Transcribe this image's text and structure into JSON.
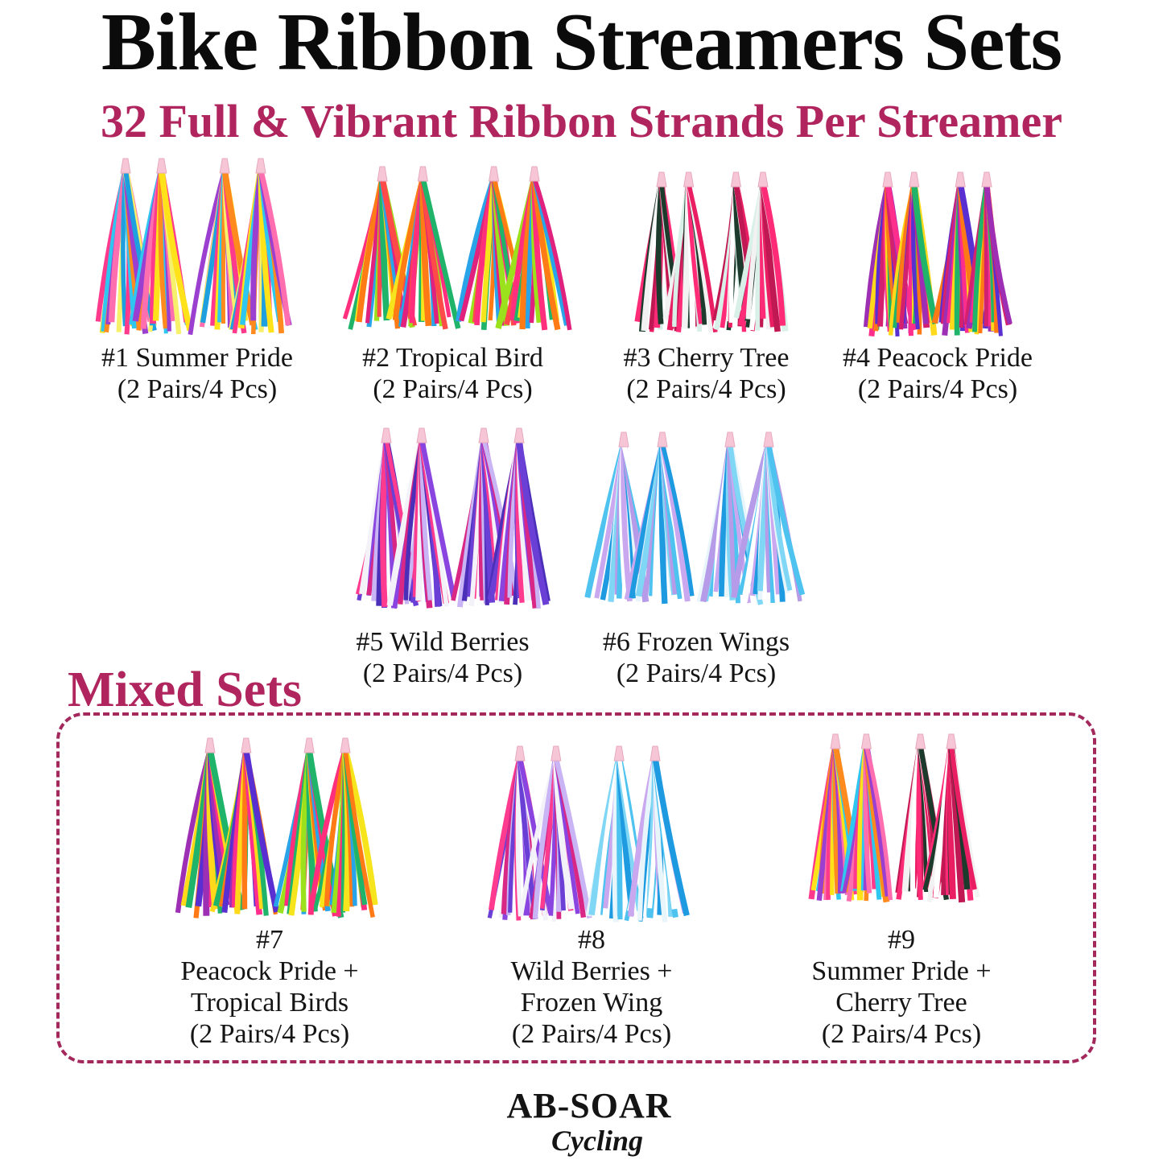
{
  "header": {
    "title": "Bike Ribbon Streamers Sets",
    "subtitle": "32 Full & Vibrant Ribbon Strands Per Streamer"
  },
  "colors": {
    "accent": "#b0255e",
    "text": "#141414",
    "frame": "#a3285c"
  },
  "products": [
    {
      "name": "#1 Summer Pride",
      "qty": "(2 Pairs/4 Pcs)",
      "palette": [
        "#ff3a8c",
        "#ffe21a",
        "#2fc6f0",
        "#ff8a1e",
        "#9b3fd1",
        "#ff6fb0",
        "#f7f06a",
        "#1e9fe0"
      ]
    },
    {
      "name": "#2 Tropical Bird",
      "qty": "(2 Pairs/4 Pcs)",
      "palette": [
        "#ff2f7d",
        "#1fb46a",
        "#f6e51c",
        "#ff7b16",
        "#2aa4e8",
        "#e0217e",
        "#9be21c",
        "#ff4a4a"
      ]
    },
    {
      "name": "#3 Cherry Tree",
      "qty": "(2 Pairs/4 Pcs)",
      "palette": [
        "#ff2b76",
        "#1d3b2c",
        "#f2f2f2",
        "#e91e63",
        "#ffffff",
        "#c01852",
        "#d8f0e8"
      ]
    },
    {
      "name": "#4 Peacock Pride",
      "qty": "(2 Pairs/4 Pcs)",
      "palette": [
        "#9d2fb5",
        "#ff2d8c",
        "#ffd91a",
        "#1fb46a",
        "#ff7a16",
        "#5a2fd1",
        "#d4216f"
      ]
    },
    {
      "name": "#5 Wild Berries",
      "qty": "(2 Pairs/4 Pcs)",
      "palette": [
        "#6a3fd6",
        "#ff3b8f",
        "#f2f2f8",
        "#8a45e0",
        "#d92785",
        "#c9b5f5",
        "#4b2fb8"
      ]
    },
    {
      "name": "#6 Frozen Wings",
      "qty": "(2 Pairs/4 Pcs)",
      "palette": [
        "#4fc3f0",
        "#ffffff",
        "#c9a8f0",
        "#1e9be0",
        "#e8f6fc",
        "#7fd6f5",
        "#b59be8"
      ]
    }
  ],
  "mixed": {
    "heading": "Mixed Sets",
    "sets": [
      {
        "number": "#7",
        "line1": "Peacock Pride +",
        "line2": "Tropical Birds",
        "qty": "(2 Pairs/4 Pcs)",
        "paletteA": [
          "#9d2fb5",
          "#ff2d8c",
          "#ffd91a",
          "#1fb46a",
          "#ff7a16",
          "#5a2fd1"
        ],
        "paletteB": [
          "#ff2f7d",
          "#1fb46a",
          "#f6e51c",
          "#ff7b16",
          "#2aa4e8",
          "#9be21c"
        ]
      },
      {
        "number": "#8",
        "line1": "Wild Berries +",
        "line2": "Frozen Wing",
        "qty": "(2 Pairs/4 Pcs)",
        "paletteA": [
          "#6a3fd6",
          "#ff3b8f",
          "#f2f2f8",
          "#8a45e0",
          "#d92785",
          "#c9b5f5"
        ],
        "paletteB": [
          "#4fc3f0",
          "#ffffff",
          "#c9a8f0",
          "#1e9be0",
          "#e8f6fc",
          "#7fd6f5"
        ]
      },
      {
        "number": "#9",
        "line1": "Summer Pride +",
        "line2": "Cherry Tree",
        "qty": "(2 Pairs/4 Pcs)",
        "paletteA": [
          "#ff3a8c",
          "#ffe21a",
          "#2fc6f0",
          "#ff8a1e",
          "#9b3fd1",
          "#ff6fb0"
        ],
        "paletteB": [
          "#ff2b76",
          "#1d3b2c",
          "#f2f2f2",
          "#e91e63",
          "#ffffff",
          "#c01852"
        ]
      }
    ]
  },
  "brand": {
    "name": "AB-SOAR",
    "tagline": "Cycling"
  }
}
